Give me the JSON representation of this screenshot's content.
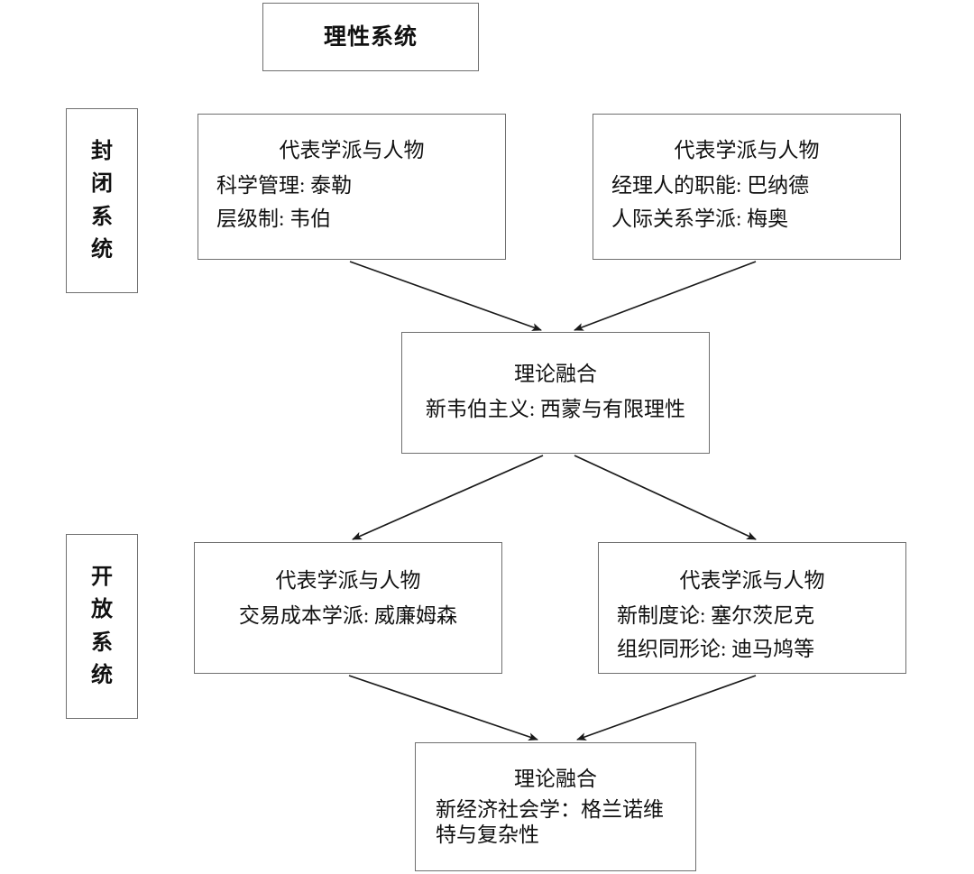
{
  "diagram": {
    "title_box": {
      "label": "理性系统"
    },
    "side_labels": [
      {
        "name": "closed-system",
        "text": "封闭系统",
        "chars": [
          "封",
          "闭",
          "系",
          "统"
        ]
      },
      {
        "name": "open-system",
        "text": "开放系统",
        "chars": [
          "开",
          "放",
          "系",
          "统"
        ]
      }
    ],
    "nodes": [
      {
        "id": "closed-left",
        "heading": "代表学派与人物",
        "lines": [
          "科学管理: 泰勒",
          "层级制: 韦伯"
        ]
      },
      {
        "id": "closed-right",
        "heading": "代表学派与人物",
        "lines": [
          "经理人的职能: 巴纳德",
          "人际关系学派: 梅奥"
        ]
      },
      {
        "id": "fusion-middle",
        "heading": "理论融合",
        "lines": [
          "新韦伯主义: 西蒙与有限理性"
        ]
      },
      {
        "id": "open-left",
        "heading": "代表学派与人物",
        "lines": [
          "交易成本学派: 威廉姆森"
        ]
      },
      {
        "id": "open-right",
        "heading": "代表学派与人物",
        "lines": [
          "新制度论: 塞尔茨尼克",
          "组织同形论: 迪马鸠等"
        ]
      },
      {
        "id": "fusion-bottom",
        "heading": "理论融合",
        "lines": [
          "新经济社会学：格兰诺维特与复杂性"
        ]
      }
    ],
    "colors": {
      "border": "#6f6f6f",
      "text": "#111111",
      "arrow": "#1a1a1a",
      "background": "#ffffff"
    },
    "edges": [
      {
        "from": "closed-left",
        "to": "fusion-middle"
      },
      {
        "from": "closed-right",
        "to": "fusion-middle"
      },
      {
        "from": "fusion-middle",
        "to": "open-left"
      },
      {
        "from": "fusion-middle",
        "to": "open-right"
      },
      {
        "from": "open-left",
        "to": "fusion-bottom"
      },
      {
        "from": "open-right",
        "to": "fusion-bottom"
      }
    ]
  }
}
